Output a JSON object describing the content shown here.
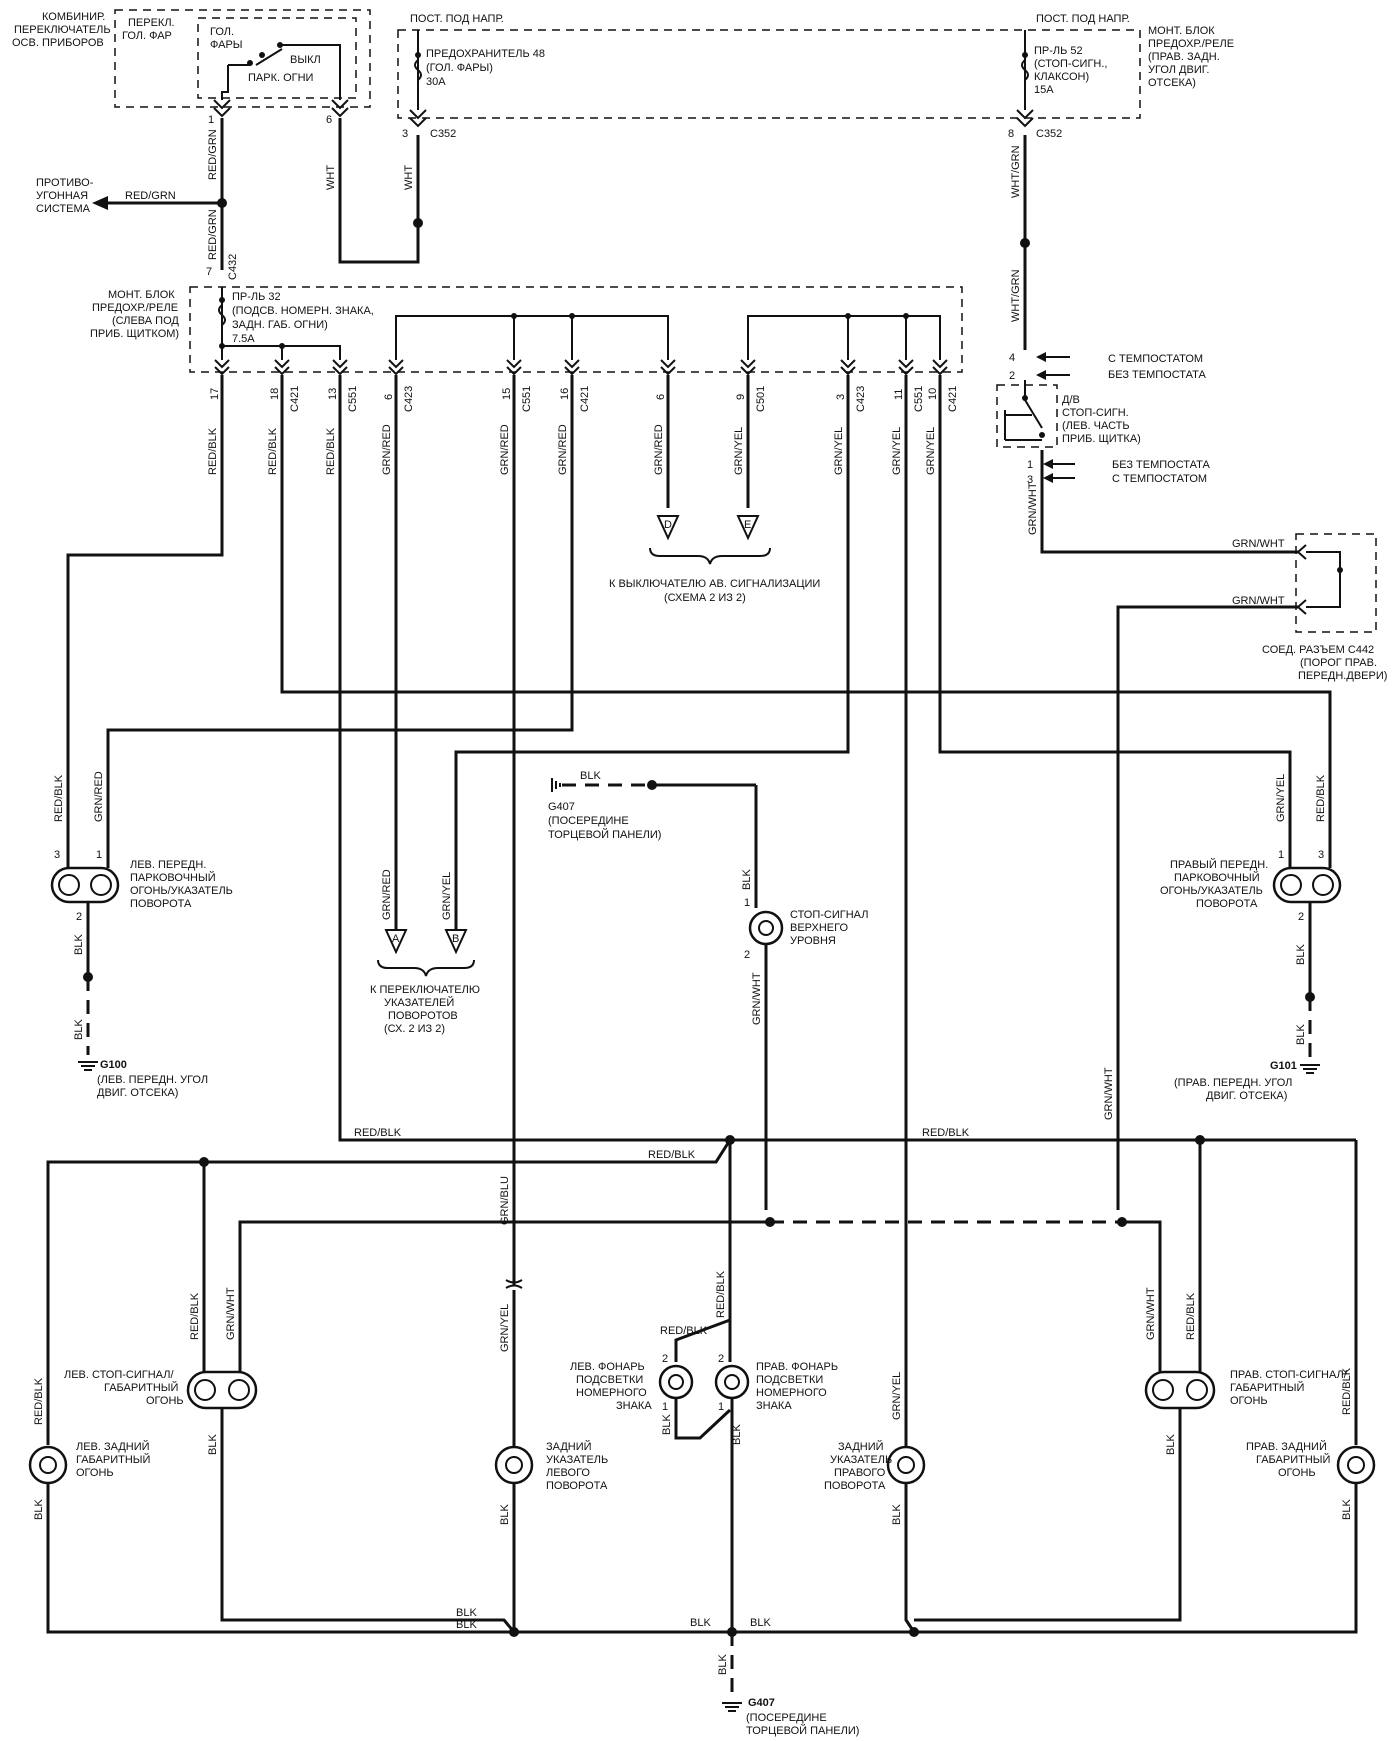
{
  "combo_switch": {
    "title": [
      "КОМБИНИР.",
      "ПЕРЕКЛЮЧАТЕЛЬ",
      "ОСВ. ПРИБОРОВ"
    ],
    "sub_title": [
      "ПЕРЕКЛ.",
      "ГОЛ. ФАР"
    ],
    "headlights": [
      "ГОЛ.",
      "ФАРЫ"
    ],
    "off": "ВЫКЛ",
    "parking": "ПАРК. ОГНИ",
    "pin_left": "1",
    "pin_right": "6"
  },
  "hot_left": "ПОСТ. ПОД НАПР.",
  "hot_right": "ПОСТ. ПОД НАПР.",
  "fuse48": [
    "ПРЕДОХРАНИТЕЛЬ 48",
    "(ГОЛ. ФАРЫ)",
    "30A"
  ],
  "fuse52": [
    "ПР-ЛЬ 52",
    "(СТОП-СИГН.,",
    "КЛАКСОН)",
    "15A"
  ],
  "right_block": [
    "МОНТ. БЛОК",
    "ПРЕДОХР./РЕЛЕ",
    "(ПРАВ. ЗАДН.",
    "УГОЛ ДВИГ.",
    "ОТСЕКА)"
  ],
  "conn_c352_left": {
    "pin": "3",
    "name": "C352"
  },
  "conn_c352_right": {
    "pin": "8",
    "name": "C352"
  },
  "antitheft": [
    "ПРОТИВО-",
    "УГОННАЯ",
    "СИСТЕМА"
  ],
  "left_block": [
    "МОНТ. БЛОК",
    "ПРЕДОХР./РЕЛЕ",
    "(СЛЕВА ПОД",
    "ПРИБ. ЩИТКОМ)"
  ],
  "fuse32": [
    "ПР-ЛЬ 32",
    "(ПОДСВ. НОМЕРН. ЗНАКА,",
    "ЗАДН. ГАБ. ОГНИ)",
    "7.5A"
  ],
  "c432": {
    "pin": "7",
    "name": "C432"
  },
  "block_pins": [
    {
      "pin": "17",
      "conn": ""
    },
    {
      "pin": "18",
      "conn": "C421"
    },
    {
      "pin": "13",
      "conn": "C551"
    },
    {
      "pin": "6",
      "conn": "C423"
    },
    {
      "pin": "15",
      "conn": "C551"
    },
    {
      "pin": "16",
      "conn": "C421"
    },
    {
      "pin": "6",
      "conn": ""
    },
    {
      "pin": "9",
      "conn": "C501"
    },
    {
      "pin": "3",
      "conn": "C423"
    },
    {
      "pin": "11",
      "conn": "C551"
    },
    {
      "pin": "10",
      "conn": "C421"
    }
  ],
  "wires": {
    "red_grn": "RED/GRN",
    "wht": "WHT",
    "wht_grn": "WHT/GRN",
    "red_blk": "RED/BLK",
    "grn_red": "GRN/RED",
    "grn_yel": "GRN/YEL",
    "grn_wht": "GRN/WHT",
    "grn_blu": "GRN/BLU",
    "blk": "BLK"
  },
  "thermostat": {
    "with": "С ТЕМПОСТАТОМ",
    "without": "БЕЗ ТЕМПОСТАТА",
    "pins_top": [
      "4",
      "2"
    ],
    "pins_bottom": [
      "1",
      "3"
    ]
  },
  "brake_switch": [
    "Д/В",
    "СТОП-СИГН.",
    "(ЛЕВ. ЧАСТЬ",
    "ПРИБ. ЩИТКА)"
  ],
  "hazard_switch": [
    "К ВЫКЛЮЧАТЕЛЮ АВ. СИГНАЛИЗАЦИИ",
    "(СХЕМА 2 ИЗ 2)"
  ],
  "hazard_refs": [
    "D",
    "E"
  ],
  "c442": [
    "СОЕД. РАЗЪЕМ С442",
    "(ПОРОГ ПРАВ.",
    "ПЕРЕДН.ДВЕРИ)"
  ],
  "turn_switch": [
    "К ПЕРЕКЛЮЧАТЕЛЮ",
    "УКАЗАТЕЛЕЙ",
    "ПОВОРОТОВ",
    "(СХ. 2 ИЗ 2)"
  ],
  "turn_refs": [
    "A",
    "B"
  ],
  "left_front_lamp": [
    "ЛЕВ. ПЕРЕДН.",
    "ПАРКОВОЧНЫЙ",
    "ОГОНЬ/УКАЗАТЕЛЬ",
    "ПОВОРОТА"
  ],
  "right_front_lamp": [
    "ПРАВЫЙ ПЕРЕДН.",
    "ПАРКОВОЧНЫЙ",
    "ОГОНЬ/УКАЗАТЕЛЬ",
    "ПОВОРОТА"
  ],
  "g100": {
    "id": "G100",
    "desc": [
      "(ЛЕВ. ПЕРЕДН. УГОЛ",
      "ДВИГ. ОТСЕКА)"
    ]
  },
  "g101": {
    "id": "G101",
    "desc": [
      "(ПРАВ. ПЕРЕДН. УГОЛ",
      "ДВИГ. ОТСЕКА)"
    ]
  },
  "g407_top": {
    "id": "G407",
    "desc": [
      "(ПОСЕРЕДИНЕ",
      "ТОРЦЕВОЙ ПАНЕЛИ)"
    ]
  },
  "g407_bottom": {
    "id": "G407",
    "desc": [
      "(ПОСЕРЕДИНЕ",
      "ТОРЦЕВОЙ ПАНЕЛИ)"
    ]
  },
  "high_stop": [
    "СТОП-СИГНАЛ",
    "ВЕРХНЕГО",
    "УРОВНЯ"
  ],
  "left_stop": [
    "ЛЕВ. СТОП-СИГНАЛ/",
    "ГАБАРИТНЫЙ",
    "ОГОНЬ"
  ],
  "right_stop": [
    "ПРАВ. СТОП-СИГНАЛ/",
    "ГАБАРИТНЫЙ",
    "ОГОНЬ"
  ],
  "left_tail": [
    "ЛЕВ. ЗАДНИЙ",
    "ГАБАРИТНЫЙ",
    "ОГОНЬ"
  ],
  "right_tail": [
    "ПРАВ. ЗАДНИЙ",
    "ГАБАРИТНЫЙ",
    "ОГОНЬ"
  ],
  "left_turn_rear": [
    "ЗАДНИЙ",
    "УКАЗАТЕЛЬ",
    "ЛЕВОГО",
    "ПОВОРОТА"
  ],
  "right_turn_rear": [
    "ЗАДНИЙ",
    "УКАЗАТЕЛЬ",
    "ПРАВОГО",
    "ПОВОРОТА"
  ],
  "left_plate": [
    "ЛЕВ. ФОНАРЬ",
    "ПОДСВЕТКИ",
    "НОМЕРНОГО",
    "ЗНАКА"
  ],
  "right_plate": [
    "ПРАВ. ФОНАРЬ",
    "ПОДСВЕТКИ",
    "НОМЕРНОГО",
    "ЗНАКА"
  ]
}
